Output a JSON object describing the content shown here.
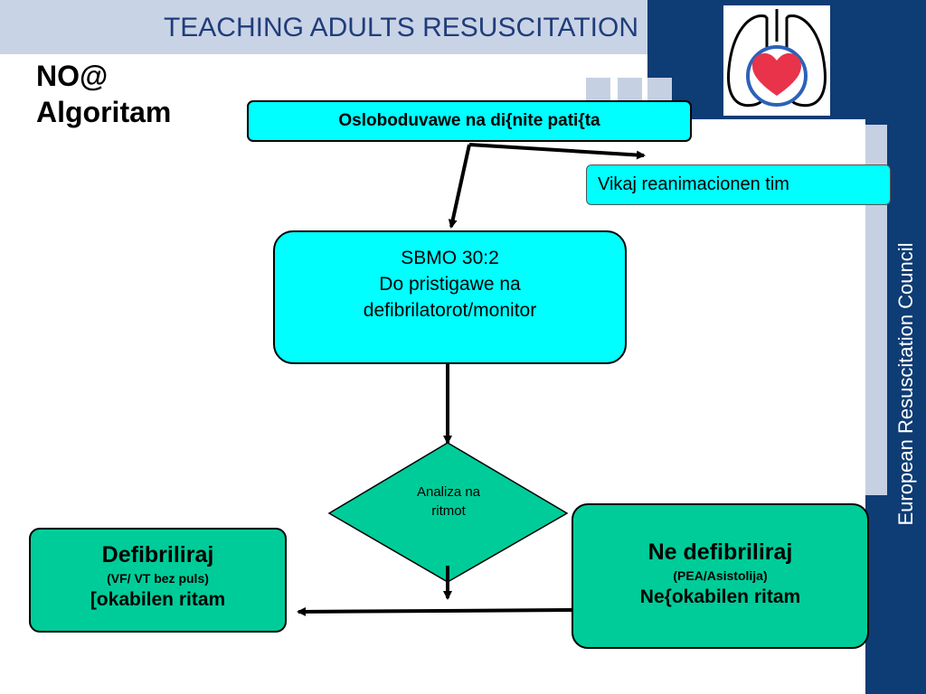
{
  "header": {
    "title": "TEACHING ADULTS RESUSCITATION"
  },
  "sidebar": {
    "text": "European Resuscitation Council"
  },
  "slide": {
    "title_line1": "NO@",
    "title_line2": "Algoritam"
  },
  "flowchart": {
    "assess": "Osloboduvawe na di{nite pati{ta",
    "call_team": "Vikaj reanimacionen tim",
    "cpr_line1": "SBMO 30:2",
    "cpr_line2": "Do pristigawe na",
    "cpr_line3": "defibrilatorot/monitor",
    "rhythm_line1": "Analiza na",
    "rhythm_line2": "ritmot",
    "shockable_title": "Defibriliraj",
    "shockable_sub": "(VF/ VT bez puls)",
    "shockable_desc": "[okabilen ritam",
    "nonshockable_title": "Ne defibriliraj",
    "nonshockable_sub": "(PEA/Asistolija)",
    "nonshockable_desc": "Ne{okabilen ritam"
  },
  "colors": {
    "navy": "#0e3c74",
    "cyan": "#00ffff",
    "teal": "#00cc99",
    "header_text": "#1f3d7a"
  },
  "icons": {
    "logo": "heart-lungs-logo"
  }
}
